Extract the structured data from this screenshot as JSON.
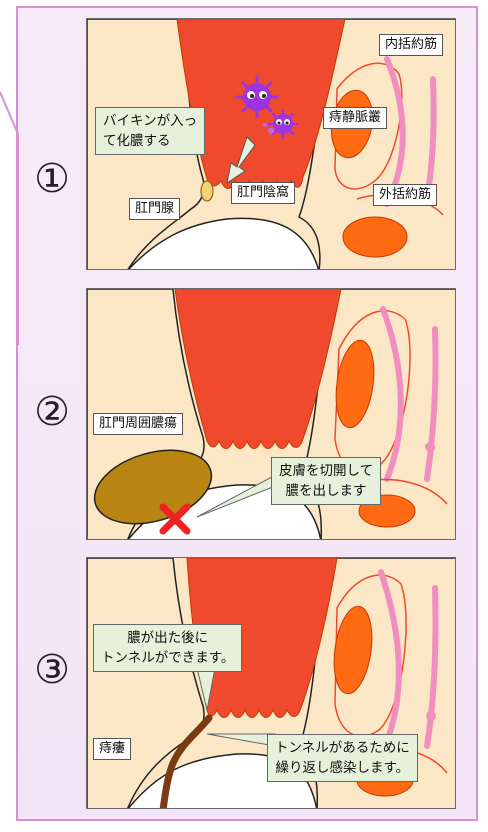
{
  "steps": [
    {
      "number": "①",
      "labels": {
        "internal_sphincter": "内括約筋",
        "hemorrhoidal_plexus": "痔静脈叢",
        "external_sphincter": "外括約筋",
        "anal_crypt": "肛門陰窩",
        "anal_gland": "肛門腺"
      },
      "callout": [
        "バイキンが入っ",
        "て化膿する"
      ]
    },
    {
      "number": "②",
      "labels": {
        "abscess": "肛門周囲膿瘍"
      },
      "callout": [
        "皮膚を切開して",
        "膿を出します"
      ]
    },
    {
      "number": "③",
      "labels": {
        "fistula": "痔瘻"
      },
      "callout_top": [
        "膿が出た後に",
        "トンネルができます。"
      ],
      "callout_bottom": [
        "トンネルがあるために",
        "繰り返し感染します。"
      ]
    }
  ],
  "colors": {
    "frame": "#d98fd4",
    "panel_bg": "#fbe7c5",
    "canal": "#f04a2e",
    "muscle": "#ff6a12",
    "vessel": "#f08fbf",
    "pus": "#b88412",
    "fistula": "#7a3a12",
    "germ": "#9b35e0",
    "cut_mark": "#ee2222"
  }
}
